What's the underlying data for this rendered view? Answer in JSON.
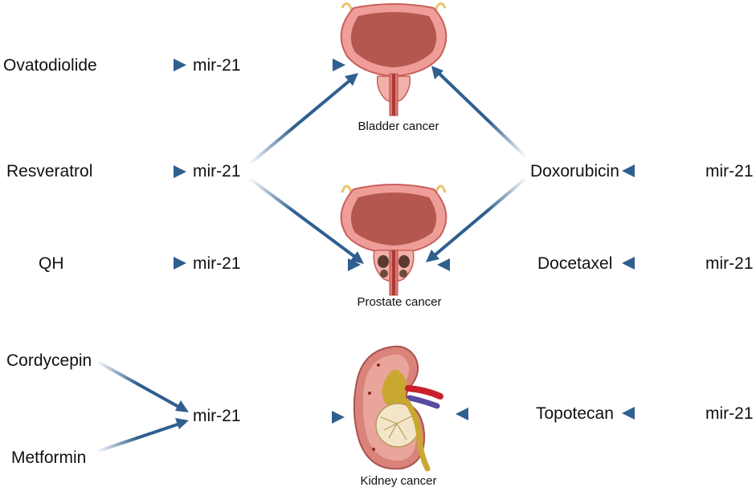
{
  "left": {
    "ovatodiolide": "Ovatodiolide",
    "resveratrol": "Resveratrol",
    "qh": "QH",
    "cordycepin": "Cordycepin",
    "metformin": "Metformin"
  },
  "mir": {
    "label": "mir-21"
  },
  "right": {
    "doxorubicin": "Doxorubicin",
    "docetaxel": "Docetaxel",
    "topotecan": "Topotecan"
  },
  "organs": {
    "bladder": "Bladder cancer",
    "prostate": "Prostate cancer",
    "kidney": "Kidney cancer"
  },
  "colors": {
    "arrow": "#2f5f8f",
    "bladder_wall": "#e8a3a0",
    "bladder_lumen": "#b85a52",
    "tumor": "#5a3a30",
    "kidney_cortex": "#d9837b",
    "kidney_pelvis": "#c9a830",
    "artery": "#c8202c",
    "vein": "#5a4aa0"
  },
  "icons": [
    "bladder-icon",
    "prostate-icon",
    "kidney-icon"
  ]
}
